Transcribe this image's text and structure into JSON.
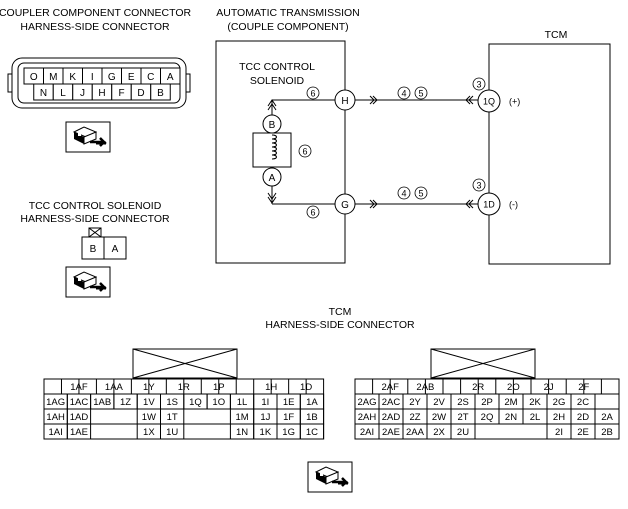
{
  "coupler": {
    "title_line1": "COUPLER COMPONENT CONNECTOR",
    "title_line2": "HARNESS-SIDE CONNECTOR",
    "pins_top": [
      "O",
      "M",
      "K",
      "I",
      "G",
      "E",
      "C",
      "A"
    ],
    "pins_bottom": [
      "N",
      "L",
      "J",
      "H",
      "F",
      "D",
      "B"
    ]
  },
  "solenoid_connector": {
    "title_line1": "TCC CONTROL SOLENOID",
    "title_line2": "HARNESS-SIDE CONNECTOR",
    "pins": [
      "B",
      "A"
    ]
  },
  "transmission": {
    "title_line1": "AUTOMATIC TRANSMISSION",
    "title_line2": "(COUPLE COMPONENT)",
    "solenoid_line1": "TCC CONTROL",
    "solenoid_line2": "SOLENOID",
    "node_b": "B",
    "node_a": "A",
    "terminal_h": "H",
    "terminal_g": "G",
    "wire_ref": "6"
  },
  "tcm": {
    "title": "TCM",
    "pin_1q": "1Q",
    "pin_1d": "1D",
    "polarity_plus": "(+)",
    "polarity_minus": "(-)",
    "ref_3": "3",
    "ref_4": "4",
    "ref_5": "5"
  },
  "tcm_connector": {
    "title_line1": "TCM",
    "title_line2": "HARNESS-SIDE CONNECTOR",
    "left_block": [
      [
        "",
        "1AF",
        "",
        "1AA",
        "",
        "1Y",
        "",
        "1R",
        "",
        "1P",
        "",
        "",
        "1H",
        "",
        "1D",
        ""
      ],
      [
        "1AG",
        "1AC",
        "1AB",
        "1Z",
        "1V",
        "1S",
        "1Q",
        "1O",
        "1L",
        "1I",
        "1E",
        "1A"
      ],
      [
        "1AH",
        "1AD",
        "",
        "",
        "1W",
        "1T",
        "",
        "",
        "1M",
        "1J",
        "1F",
        "1B"
      ],
      [
        "1AI",
        "1AE",
        "",
        "",
        "1X",
        "1U",
        "",
        "",
        "1N",
        "1K",
        "1G",
        "1C"
      ]
    ],
    "right_block": [
      [
        "",
        "2AF",
        "",
        "2AB",
        "",
        "",
        "2R",
        "",
        "2O",
        "",
        "2J",
        "",
        "2F",
        "",
        ""
      ],
      [
        "2AG",
        "2AC",
        "2Y",
        "2V",
        "2S",
        "2P",
        "2M",
        "2K",
        "2G",
        "2C",
        ""
      ],
      [
        "2AH",
        "2AD",
        "2Z",
        "2W",
        "2T",
        "2Q",
        "2N",
        "2L",
        "2H",
        "2D",
        "2A"
      ],
      [
        "2AI",
        "2AE",
        "2AA",
        "2X",
        "2U",
        "",
        "",
        "",
        "2I",
        "2E",
        "2B"
      ]
    ]
  }
}
